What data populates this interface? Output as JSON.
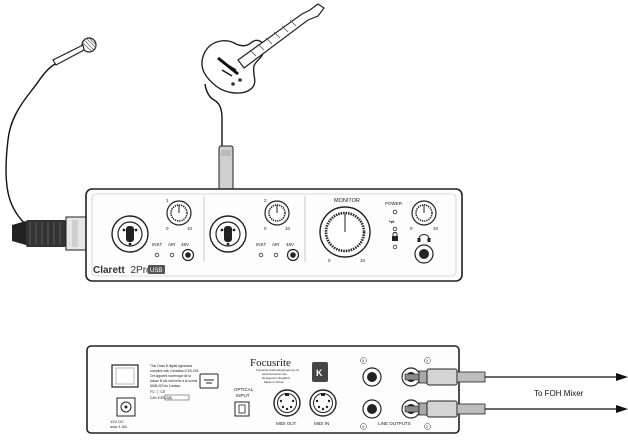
{
  "front_panel": {
    "model_name": "Clarett",
    "model_suffix": "2Pre",
    "model_badge": "USB",
    "ch1_number": "1",
    "ch2_number": "2",
    "knob_scale_min": "0",
    "knob_scale_max": "10",
    "inst_label": "INST",
    "air_label": "AIR",
    "phantom_label": "48V",
    "monitor_label": "MONITOR",
    "power_label": "POWER",
    "usb_symbol": "•⇄",
    "lock_symbol": "🔒"
  },
  "rear_panel": {
    "brand": "Focusrite",
    "brand_sub_lines": [
      "Focusrite Audio Engineering Ltd.",
      "www.focusrite.com",
      "Designed in England",
      "Made in China"
    ],
    "device_note_lines": [
      "This Class B digital apparatus",
      "complies with Canadian ICES-003.",
      "Cet appareil numérique de la",
      "classe B est conforme à la norme",
      "NMB-003 du Canada.",
      "FC ⓘ CE",
      "CAN ICES-3(B)"
    ],
    "dc_label_lines": [
      "12V DC",
      "max 1.5A"
    ],
    "optical_label_lines": [
      "OPTICAL",
      "INPUT"
    ],
    "midi_out_label": "MIDI OUT",
    "midi_in_label": "MIDI IN",
    "line_outputs_label": "LINE OUTPUTS",
    "output_numbers": [
      "3",
      "4",
      "1",
      "2"
    ]
  },
  "foh_label": "To FOH Mixer"
}
